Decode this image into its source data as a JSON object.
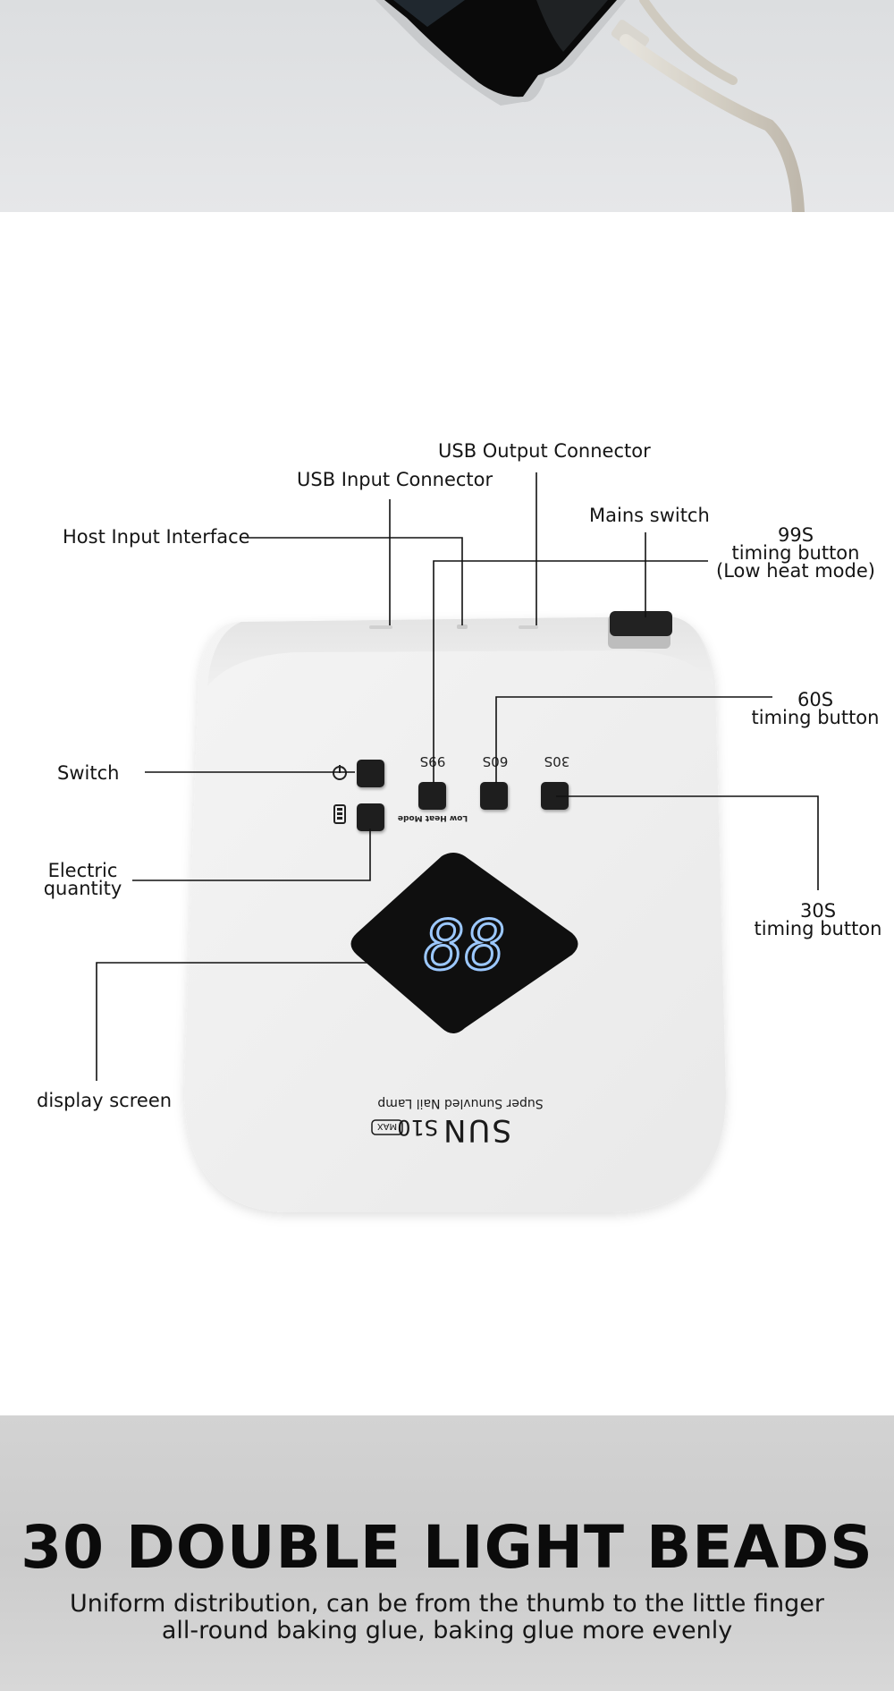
{
  "product": {
    "brand_prefix": "SUN",
    "brand_model": "S10",
    "brand_badge": "MAX",
    "tagline": "Super Sunuvled Nail Lamp",
    "display_readout": "88",
    "low_heat_text": "Low Heat Mode",
    "timer_labels": [
      "99S",
      "60S",
      "30S"
    ]
  },
  "callouts": {
    "usb_output": "USB Output Connector",
    "usb_input": "USB Input Connector",
    "host_input": "Host Input Interface",
    "mains_switch": "Mains switch",
    "t99": [
      "99S",
      "timing button",
      "(Low heat mode)"
    ],
    "t60": [
      "60S",
      "timing button"
    ],
    "t30": [
      "30S",
      "timing button"
    ],
    "switch": "Switch",
    "electric": [
      "Electric",
      "quantity"
    ],
    "display": "display screen"
  },
  "footer": {
    "headline": "30 DOUBLE LIGHT BEADS",
    "line1": "Uniform distribution, can be from the thumb to the little finger",
    "line2": "all-round baking glue, baking glue more evenly"
  },
  "colors": {
    "lamp_body": "#f2f2f2",
    "led_digits": "#9cc8ff",
    "footer_bg": "#cfcfcf"
  }
}
